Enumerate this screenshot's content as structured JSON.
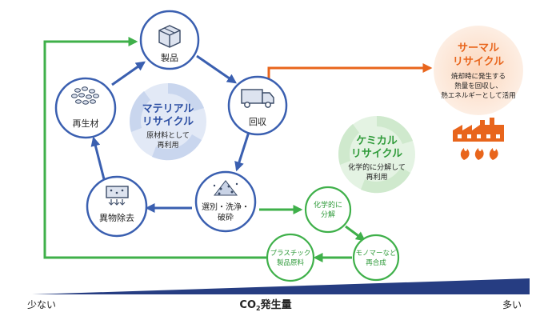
{
  "colors": {
    "blue": "#3a5fb0",
    "light_blue": "#dde6f5",
    "green": "#3fb04a",
    "light_green": "#e4f3e3",
    "orange": "#e8651c",
    "light_orange": "#fbe3d2",
    "navy": "#263d82"
  },
  "nodes": {
    "product": {
      "label": "製品",
      "icon": "box-icon"
    },
    "collect": {
      "label": "回収",
      "icon": "truck-icon"
    },
    "sort": {
      "label_line1": "選別・洗浄・",
      "label_line2": "破砕",
      "icon": "flakes-icon"
    },
    "removal": {
      "label": "異物除去",
      "icon": "filter-icon"
    },
    "recycled": {
      "label": "再生材",
      "icon": "pellets-icon"
    },
    "chem_decompose": {
      "line1": "化学的に",
      "line2": "分解"
    },
    "monomer": {
      "line1": "モノマーなど",
      "line2": "再合成"
    },
    "plastic": {
      "line1": "プラスチック",
      "line2": "製品原料"
    }
  },
  "material": {
    "title1": "マテリアル",
    "title2": "リサイクル",
    "desc1": "原材料として",
    "desc2": "再利用"
  },
  "chemical": {
    "title1": "ケミカル",
    "title2": "リサイクル",
    "desc1": "化学的に分解して",
    "desc2": "再利用"
  },
  "thermal": {
    "title1": "サーマル",
    "title2": "リサイクル",
    "desc1": "焼却時に発生する",
    "desc2": "熱量を回収し、",
    "desc3": "熱エネルギーとして活用",
    "icon": "factory-fire-icon"
  },
  "axis": {
    "left": "少ない",
    "center_main": "CO",
    "center_sub": "2",
    "center_rest": "発生量",
    "right": "多い"
  }
}
